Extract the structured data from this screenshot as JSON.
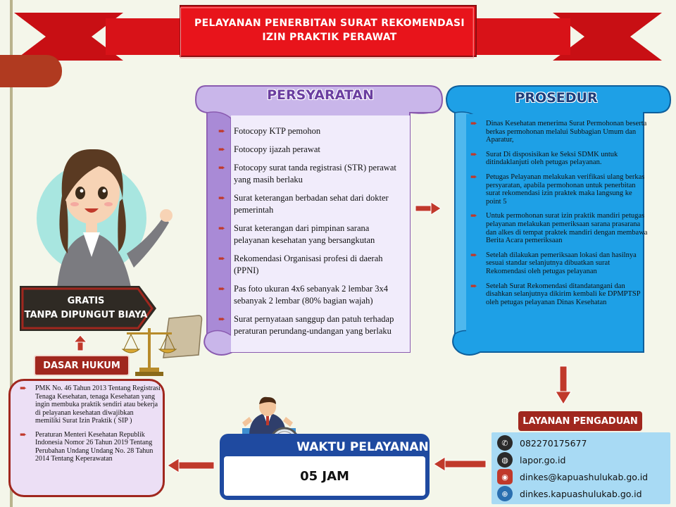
{
  "header": {
    "title_line1": "PELAYANAN PENERBITAN SURAT REKOMENDASI",
    "title_line2": "IZIN PRAKTIK PERAWAT"
  },
  "persyaratan": {
    "title": "PERSYARATAN",
    "items": [
      "Fotocopy KTP pemohon",
      "Fotocopy ijazah perawat",
      "Fotocopy surat tanda registrasi (STR) perawat yang masih berlaku",
      "Surat keterangan berbadan sehat dari dokter pemerintah",
      "Surat keterangan dari pimpinan sarana pelayanan kesehatan yang bersangkutan",
      "Rekomendasi Organisasi profesi di daerah (PPNI)",
      "Pas foto ukuran 4x6 sebanyak 2 lembar 3x4 sebanyak 2 lembar (80% bagian wajah)",
      "Surat pernyataan sanggup dan patuh terhadap peraturan perundang-undangan yang berlaku"
    ]
  },
  "prosedur": {
    "title": "PROSEDUR",
    "items": [
      "Dinas Kesehatan menerima Surat Permohonan beserta berkas permohonan melalui Subbagian Umum dan Aparatur,",
      "Surat Di disposisikan ke Seksi SDMK untuk ditindaklanjuti oleh petugas pelayanan.",
      "Petugas Pelayanan melakukan verifikasi ulang berkas persyaratan, apabila permohonan untuk penerbitan surat rekomendasi izin praktek maka langsung ke point 5",
      "Untuk permohonan surat izin praktik mandiri petugas pelayanan melakukan pemeriksaan sarana prasarana dan alkes di tempat praktek mandiri dengan membawa Berita Acara pemeriksaan",
      "Setelah dilakukan pemeriksaan lokasi dan hasilnya sesuai standar selanjutnya dibuatkan surat Rekomendasi oleh petugas pelayanan",
      "Setelah Surat Rekomendasi ditandatangani dan disahkan selanjutnya dikirim kembali ke DPMPTSP oleh petugas pelayanan Dinas Kesehatan"
    ]
  },
  "gratis": {
    "line1": "GRATIS",
    "line2": "TANPA DIPUNGUT BIAYA"
  },
  "dasar_hukum": {
    "label": "DASAR HUKUM",
    "items": [
      "PMK No. 46 Tahun 2013 Tentang Registrasi Tenaga Kesehatan, tenaga Kesehatan yang ingin membuka praktik sendiri atau bekerja di pelayanan kesehatan diwajibkan memiliki Surat Izin Praktik ( SIP )",
      "Peraturan Menteri Kesehatan Republik Indonesia Nomor 26 Tahun 2019 Tentang Perubahan Undang Undang No. 28 Tahun 2014 Tentang Keperawatan"
    ]
  },
  "waktu": {
    "label": "WAKTU PELAYANAN",
    "value": "05 JAM"
  },
  "layanan": {
    "label": "LAYANAN PENGADUAN",
    "contacts": [
      {
        "icon": "whatsapp-icon",
        "text": "082270175677"
      },
      {
        "icon": "globe-icon",
        "text": "lapor.go.id"
      },
      {
        "icon": "instagram-icon",
        "text": "dinkes@kapuashulukab.go.id"
      },
      {
        "icon": "web-icon",
        "text": "dinkes.kapuashulukab.go.id"
      }
    ]
  },
  "colors": {
    "ribbon_red": "#e8141b",
    "dark_red": "#a0271e",
    "purple_panel": "#c9b6ea",
    "blue_panel": "#1ea0e6",
    "navy": "#1f4aa0",
    "contact_bg": "#a8daf4"
  }
}
